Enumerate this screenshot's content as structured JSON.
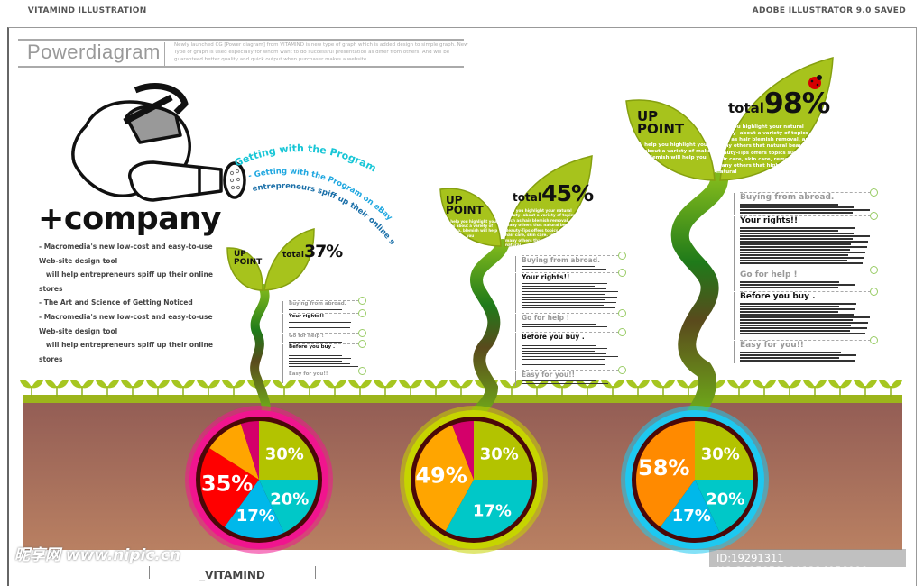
{
  "header": {
    "left": "_VITAMIND ILLUSTRATION",
    "right": "_ ADOBE ILLUSTRATOR 9.0 SAVED",
    "title": "Powerdiagram",
    "description": "Newly launched CG [Power diagram] from VITAMIND is new type of graph which is added design to simple graph. New Type of graph is used especially for whom want to do successful presentation as differ from others. And will be guaranteed better quality and quick output when purchaser makes a website."
  },
  "brand": "+company",
  "bullets": "- Macromedia's new low-cost and easy-to-use\nWeb-site design tool\n   will help entrepreneurs spiff up their online\nstores\n- The Art and Science of Getting Noticed\n- Macromedia's new low-cost and easy-to-use\nWeb-site design tool\n   will help entrepreneurs spiff up their online\nstores",
  "arc_texts": [
    "Getting with the Program",
    "- Getting with the Program on eBay",
    "entrepreneurs spiff up their online s"
  ],
  "leaf": {
    "up_point": "UP\nPOINT",
    "left_text": "will help you highlight your tips about a variety of make up, blemish will help you",
    "total_word": "total",
    "right_text": "help you highlight your natural beauty- about a variety of topics such as hair blemish removal, and many others that natural beauty- Beauty-Tips offers topics such as hair care, skin care, removal, and many others that highlight your natural"
  },
  "plants": [
    {
      "total": "37%"
    },
    {
      "total": "45%"
    },
    {
      "total": "98%"
    }
  ],
  "list_items": [
    "Buying from abroad.",
    "Your rights!!",
    "Go for help !",
    "Before you buy .",
    "Easy for you!!"
  ],
  "colors": {
    "leaf": "#a7c31c",
    "soil_top": "#935d55",
    "soil_bottom": "#b98062",
    "grass": "#a6c620"
  },
  "chart_data": {
    "type": "pie",
    "charts": [
      {
        "ring": "#f0158e",
        "slices": [
          {
            "label": "30%",
            "share": 0.25,
            "color": "#b3c300"
          },
          {
            "label": "20%",
            "share": 0.18,
            "color": "#00c8c8"
          },
          {
            "label": "17%",
            "share": 0.17,
            "color": "#00b8ea"
          },
          {
            "label": "35%",
            "share": 0.24,
            "color": "#ff0000"
          },
          {
            "label": "",
            "share": 0.11,
            "color": "#ffa500"
          },
          {
            "label": "",
            "share": 0.05,
            "color": "#d4006a"
          }
        ]
      },
      {
        "ring": "#c6d400",
        "slices": [
          {
            "label": "30%",
            "share": 0.25,
            "color": "#b3c300"
          },
          {
            "label": "17%",
            "share": 0.33,
            "color": "#00c8c8"
          },
          {
            "label": "49%",
            "share": 0.36,
            "color": "#ffa500"
          },
          {
            "label": "",
            "share": 0.06,
            "color": "#d4006a"
          }
        ]
      },
      {
        "ring": "#1ec8f0",
        "slices": [
          {
            "label": "30%",
            "share": 0.25,
            "color": "#b3c300"
          },
          {
            "label": "20%",
            "share": 0.18,
            "color": "#00c8c8"
          },
          {
            "label": "17%",
            "share": 0.17,
            "color": "#00b8ea"
          },
          {
            "label": "58%",
            "share": 0.4,
            "color": "#ff8a00"
          }
        ]
      }
    ]
  },
  "footer": {
    "partial": "_VITAMIND"
  },
  "watermark": {
    "site": "昵享网 www.nipic.cn",
    "id": "ID:19291311 NO:20150509001214056000"
  }
}
